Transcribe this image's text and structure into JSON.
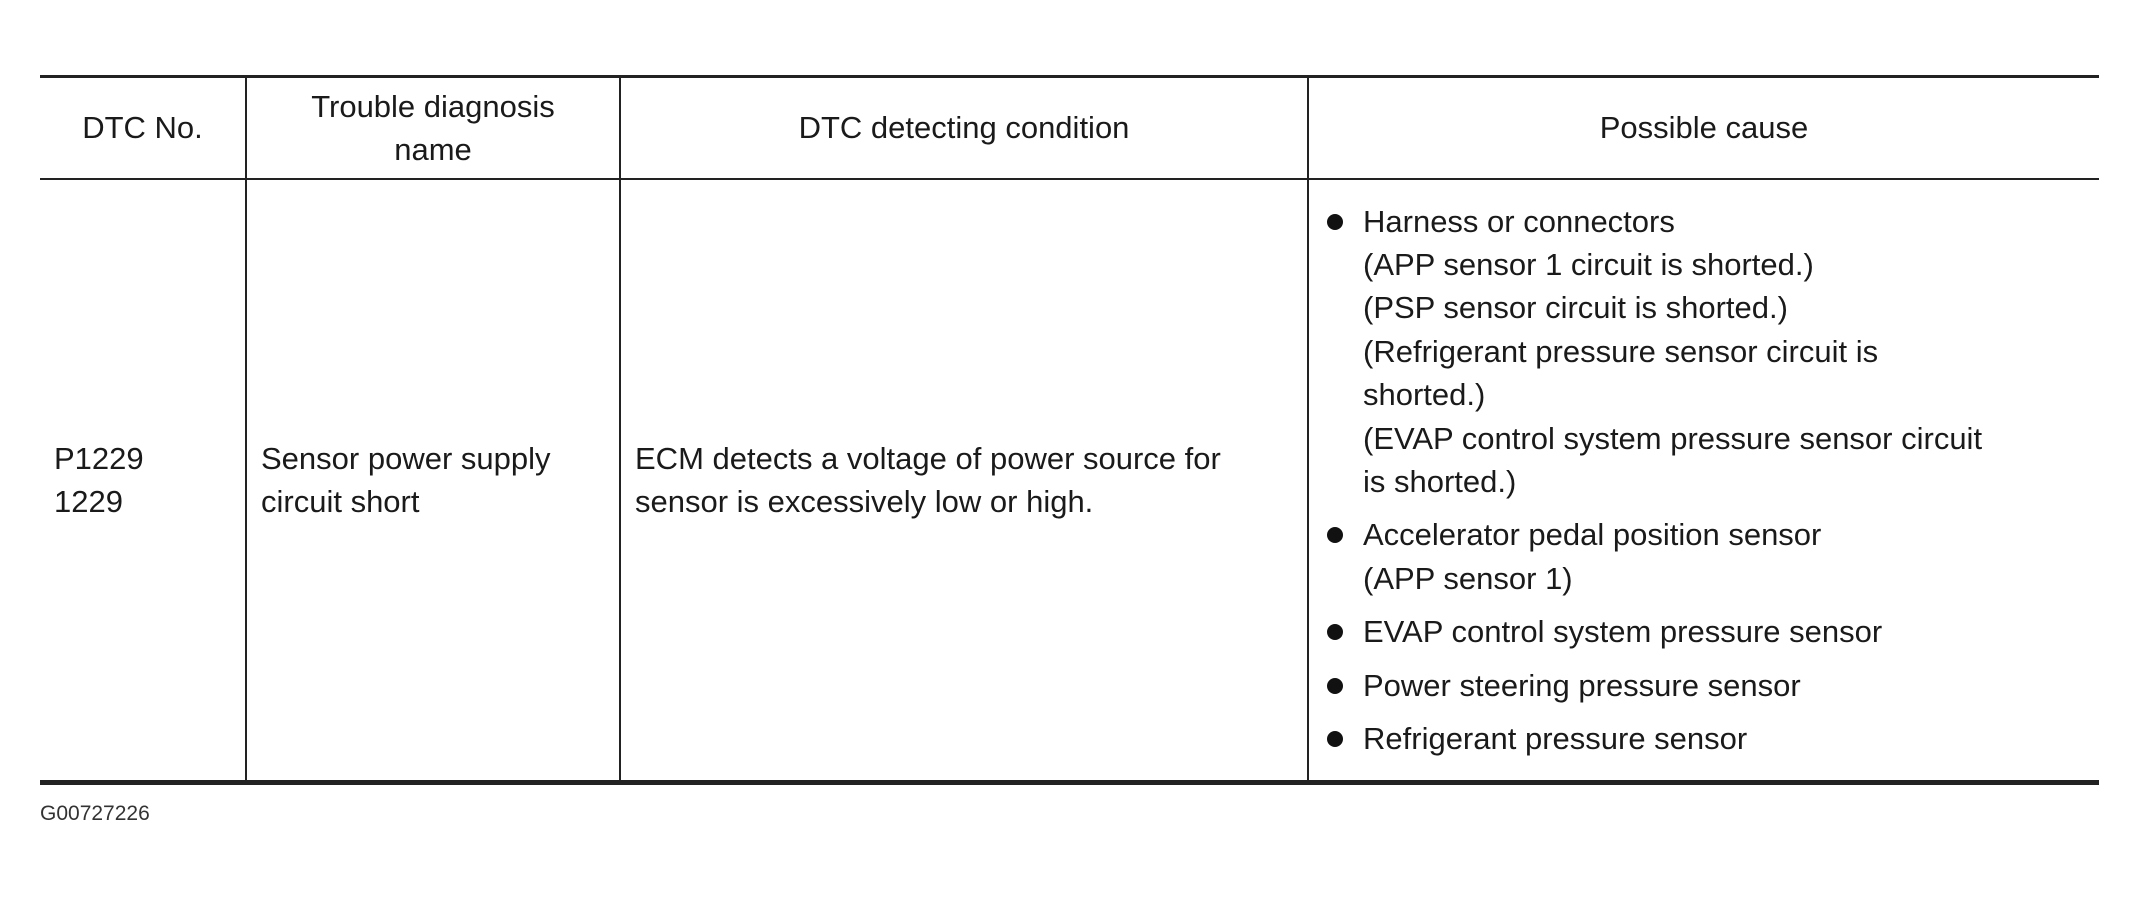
{
  "table": {
    "headers": {
      "code": "DTC No.",
      "name": [
        "Trouble diagnosis",
        "name"
      ],
      "condition": "DTC detecting condition",
      "cause": "Possible cause"
    },
    "row": {
      "codes": [
        "P1229",
        "1229"
      ],
      "name": [
        "Sensor power supply",
        "circuit short"
      ],
      "condition": [
        "ECM detects a voltage of power source for",
        "sensor is excessively low or high."
      ],
      "causes": [
        {
          "label": "Harness or connectors",
          "details": [
            "(APP sensor 1 circuit is shorted.)",
            "(PSP sensor circuit is shorted.)",
            "(Refrigerant pressure sensor circuit is",
            "shorted.)",
            "(EVAP control system pressure sensor circuit",
            "is shorted.)"
          ]
        },
        {
          "label": "Accelerator pedal position sensor",
          "details": [
            "(APP sensor 1)"
          ]
        },
        {
          "label": "EVAP control system pressure sensor",
          "details": []
        },
        {
          "label": "Power steering pressure sensor",
          "details": []
        },
        {
          "label": "Refrigerant pressure sensor",
          "details": []
        }
      ]
    }
  },
  "caption": "G00727226"
}
